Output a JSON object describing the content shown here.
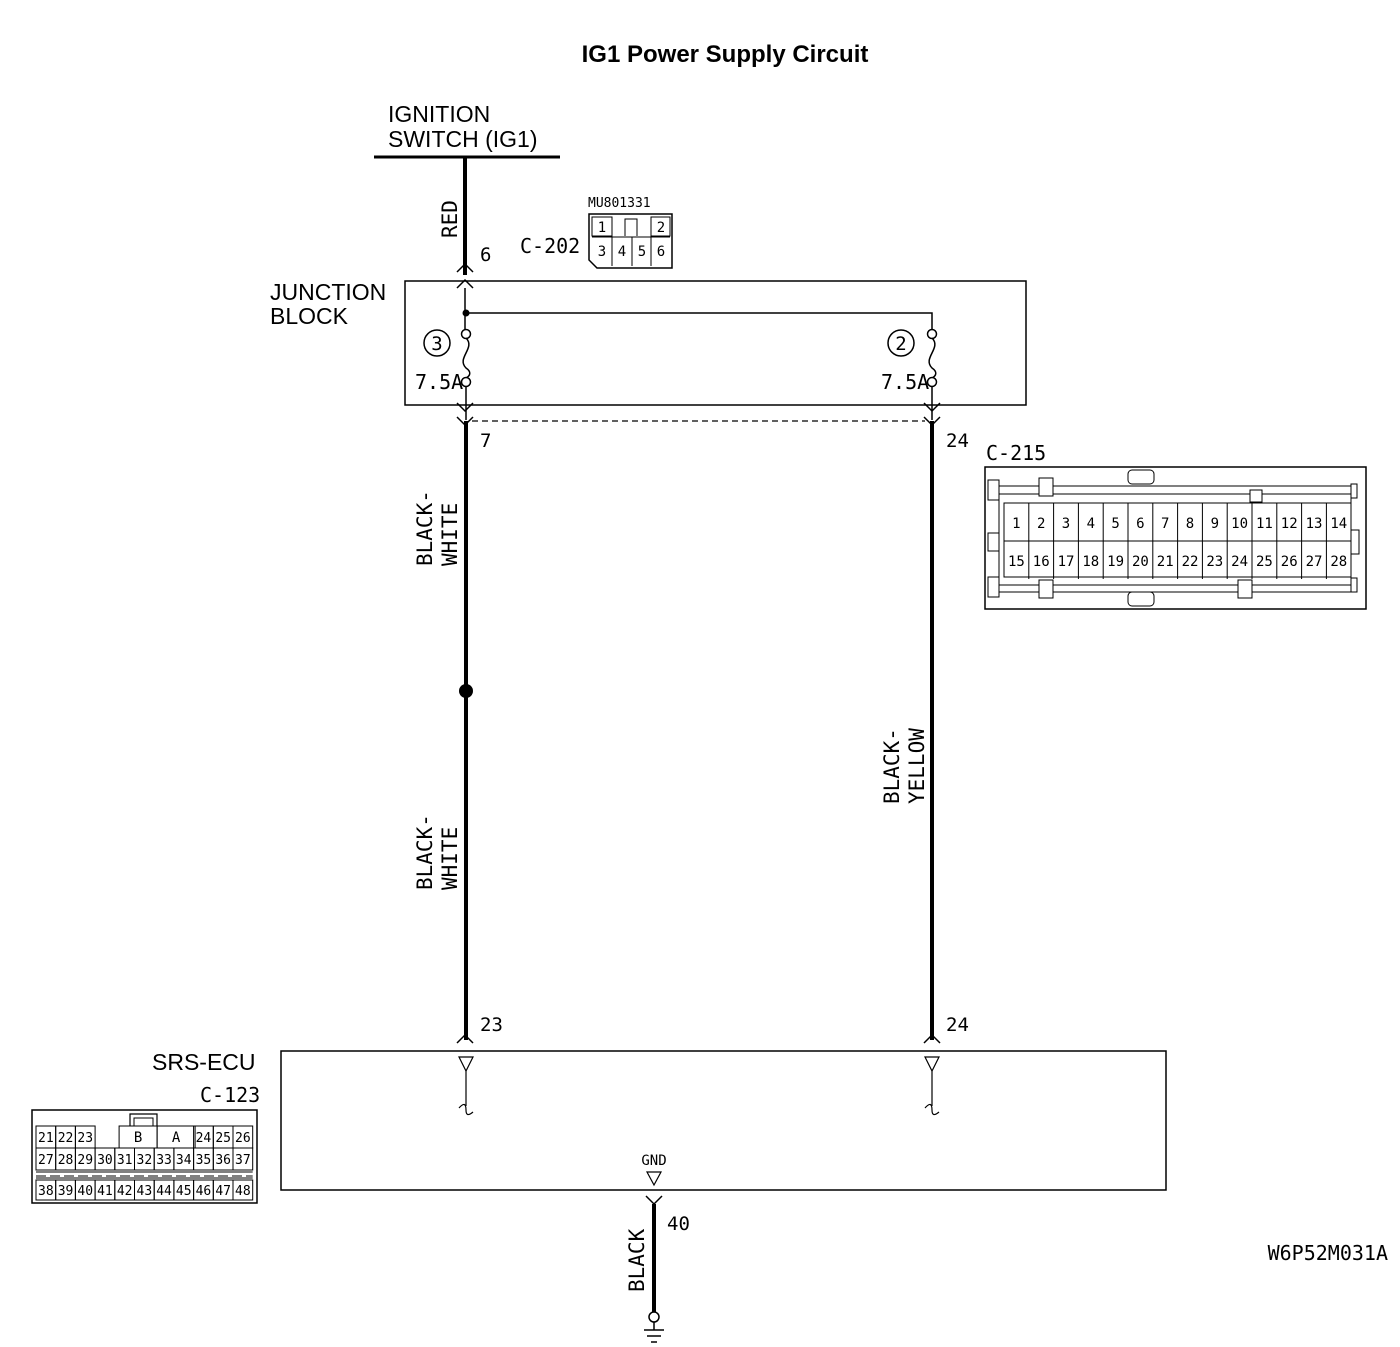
{
  "title": "IG1 Power Supply Circuit",
  "ignition_switch": {
    "line1": "IGNITION",
    "line2": "SWITCH (IG1)"
  },
  "junction_block": {
    "line1": "JUNCTION",
    "line2": "BLOCK"
  },
  "fuses": [
    {
      "number": "3",
      "rating": "7.5A"
    },
    {
      "number": "2",
      "rating": "7.5A"
    }
  ],
  "wires": {
    "red": "RED",
    "bw1_line1": "BLACK-",
    "bw1_line2": "WHITE",
    "bw2_line1": "BLACK-",
    "bw2_line2": "WHITE",
    "by_line1": "BLACK-",
    "by_line2": "YELLOW",
    "black": "BLACK"
  },
  "pins": {
    "jb_in": "6",
    "jb_out_left": "7",
    "jb_out_right": "24",
    "ecu_left": "23",
    "ecu_right": "24",
    "ecu_gnd": "40"
  },
  "connector_c202": {
    "name": "C-202",
    "part": "MU801331",
    "top": [
      "1",
      "2"
    ],
    "bottom": [
      "3",
      "4",
      "5",
      "6"
    ]
  },
  "connector_c215": {
    "name": "C-215",
    "row1": [
      "1",
      "2",
      "3",
      "4",
      "5",
      "6",
      "7",
      "8",
      "9",
      "10",
      "11",
      "12",
      "13",
      "14"
    ],
    "row2": [
      "15",
      "16",
      "17",
      "18",
      "19",
      "20",
      "21",
      "22",
      "23",
      "24",
      "25",
      "26",
      "27",
      "28"
    ]
  },
  "srs_ecu": {
    "name": "SRS-ECU",
    "gnd": "GND"
  },
  "connector_c123": {
    "name": "C-123",
    "row1_left": [
      "21",
      "22",
      "23"
    ],
    "row1_mid": [
      "B",
      "A"
    ],
    "row1_right": [
      "24",
      "25",
      "26"
    ],
    "row2": [
      "27",
      "28",
      "29",
      "30",
      "31",
      "32",
      "33",
      "34",
      "35",
      "36",
      "37"
    ],
    "row3": [
      "38",
      "39",
      "40",
      "41",
      "42",
      "43",
      "44",
      "45",
      "46",
      "47",
      "48"
    ]
  },
  "figure_code": "W6P52M031A"
}
